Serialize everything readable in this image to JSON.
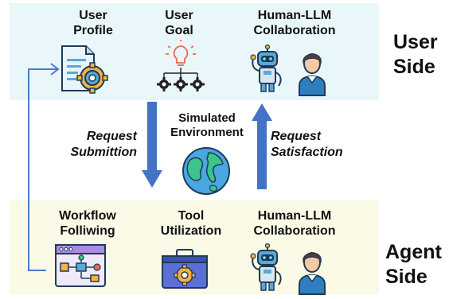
{
  "user_side": {
    "label": "User\nSide",
    "items": [
      {
        "label": "User\nProfile",
        "icon": "document-gear-icon"
      },
      {
        "label": "User\nGoal",
        "icon": "lightbulb-gears-icon"
      },
      {
        "label": "Human-LLM\nCollaboration",
        "icon": "robot-human-icon"
      }
    ]
  },
  "agent_side": {
    "label": "Agent\nSide",
    "items": [
      {
        "label": "Workflow\nFolliwing",
        "icon": "workflow-window-icon"
      },
      {
        "label": "Tool\nUtilization",
        "icon": "toolbox-icon"
      },
      {
        "label": "Human-LLM\nCollaboration",
        "icon": "robot-human-icon"
      }
    ]
  },
  "middle": {
    "request_submission": "Request\nSubmittion",
    "environment": "Simulated\nEnvironment",
    "request_satisfaction": "Request\nSatisfaction",
    "environment_icon": "globe-icon"
  },
  "colors": {
    "user_band": "#e9f7fb",
    "agent_band": "#fafae6",
    "arrow": "#4472c4",
    "connector": "#4a7cc9"
  }
}
